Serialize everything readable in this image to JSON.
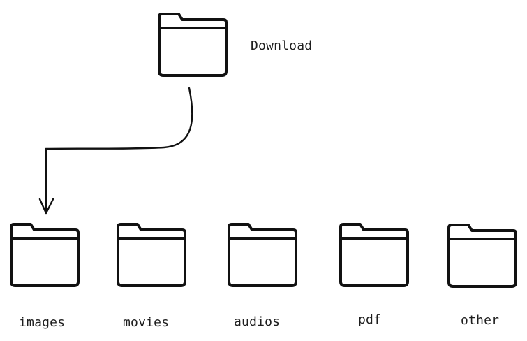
{
  "diagram": {
    "root": {
      "label": "Download"
    },
    "children": [
      {
        "label": "images"
      },
      {
        "label": "movies"
      },
      {
        "label": "audios"
      },
      {
        "label": "pdf"
      },
      {
        "label": "other"
      }
    ]
  }
}
